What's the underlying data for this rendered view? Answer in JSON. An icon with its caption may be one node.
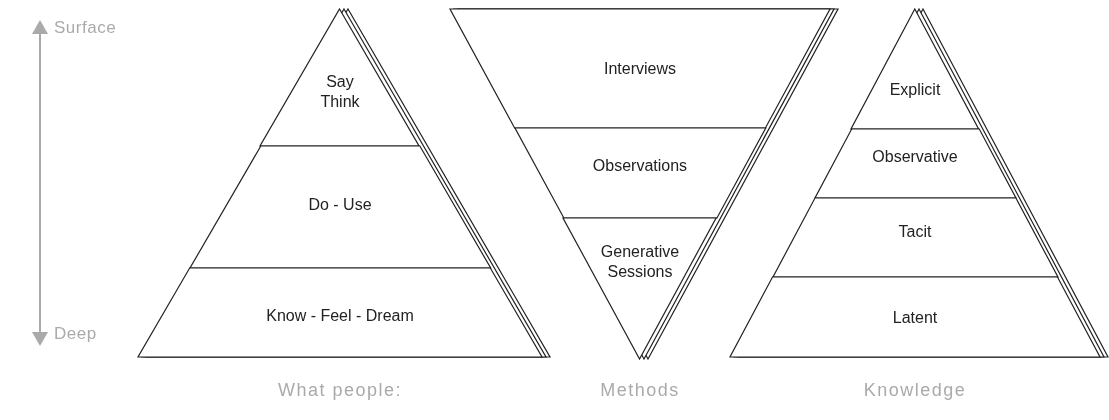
{
  "diagram": {
    "nodes": [
      {
        "text": [
          "Say",
          "Think"
        ]
      },
      {
        "text": [
          "Do - Use"
        ]
      },
      {
        "text": [
          "Know - Feel - Dream"
        ]
      },
      {
        "text": [
          "Interviews"
        ]
      },
      {
        "text": [
          "Observations"
        ]
      },
      {
        "text": [
          "Generative Sessions"
        ]
      },
      {
        "text": [
          "Explicit"
        ]
      },
      {
        "text": [
          "Observative"
        ]
      },
      {
        "text": [
          "Tacit"
        ]
      },
      {
        "text": [
          "Latent"
        ]
      }
    ],
    "edges": [],
    "labels": [
      "Surface",
      "Deep",
      "What people:",
      "Methods",
      "Knowledge"
    ]
  }
}
